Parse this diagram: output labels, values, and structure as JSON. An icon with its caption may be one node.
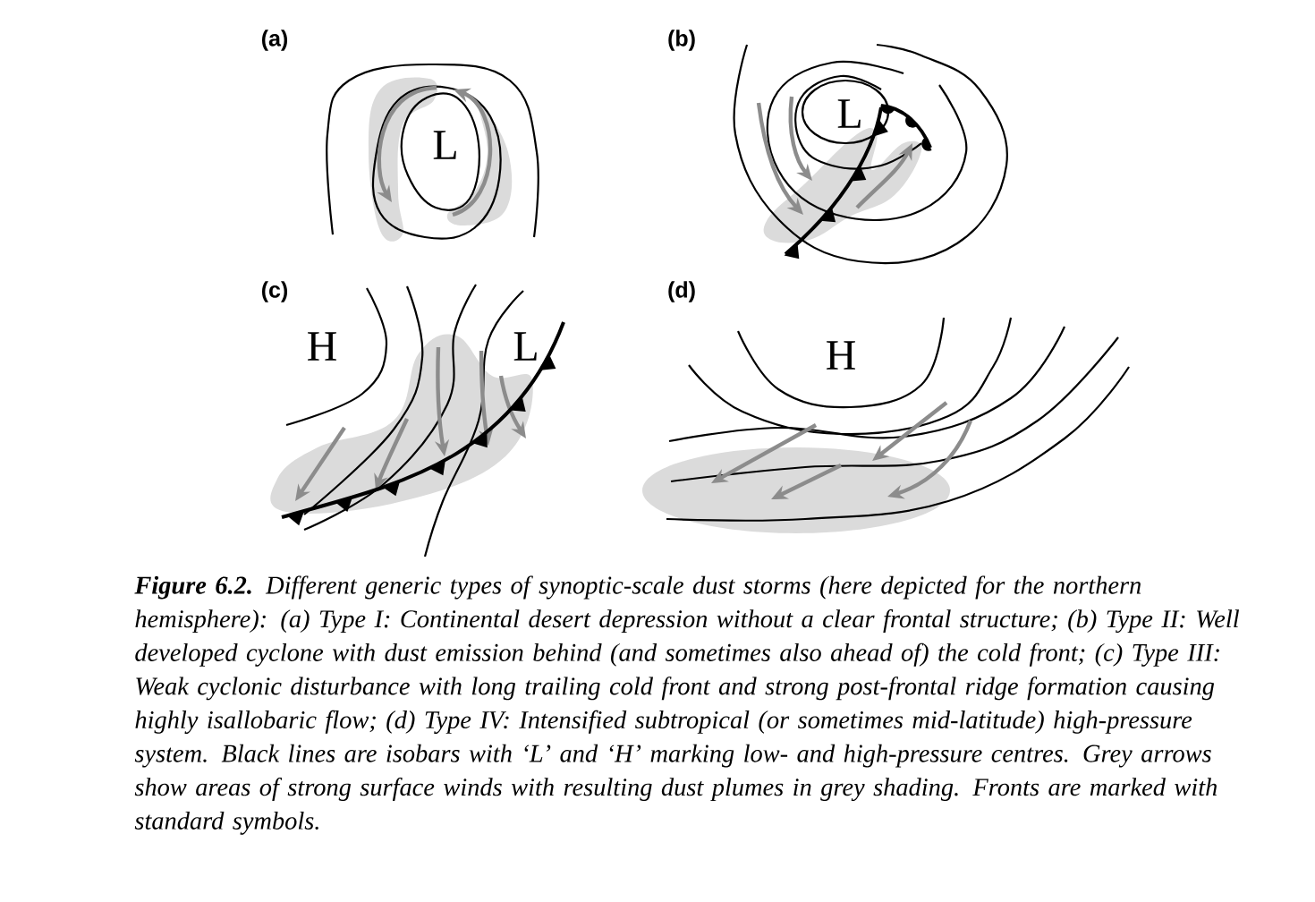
{
  "diagram": {
    "caption": "**Figure 6.2.** Different generic types of synoptic-scale dust storms (here depicted for the northern hemisphere): (a) Type I: Continental desert depression without a clear frontal structure; (b) Type II: Well developed cyclone with dust emission behind (and sometimes also ahead of) the cold front; (c) Type III: Weak cyclonic disturbance with long trailing cold front and strong post-frontal ridge formation causing highly isallobaric flow; (d) Type IV: Intensified subtropical (or sometimes mid-latitude) high-pressure system. Black lines are isobars with ‘L’ and ‘H’ marking low- and high-pressure centres. Grey arrows show areas of strong surface winds with resulting dust plumes in grey shading. Fronts are marked with standard symbols.",
    "labels": [
      "(a)",
      "L",
      "(b)",
      "L",
      "(c)",
      "H",
      "L",
      "(d)",
      "H"
    ]
  }
}
